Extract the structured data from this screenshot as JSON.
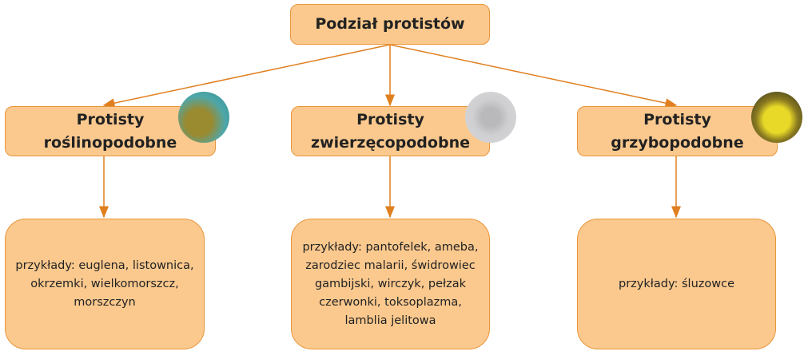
{
  "root": {
    "label": "Podział protistów"
  },
  "groups": [
    {
      "title": "Protisty roślinopodobne",
      "examples": "przykłady: euglena, listownica, okrzemki, wielkomorszcz, morszczyn"
    },
    {
      "title": "Protisty zwierzęcopodobne",
      "examples": "przykłady: pantofelek, ameba, zarodziec malarii, świdrowiec gambijski, wirczyk, pełzak czerwonki, toksoplazma, lamblia jelitowa"
    },
    {
      "title": "Protisty grzybopodobne",
      "examples": "przykłady: śluzowce"
    }
  ],
  "colors": {
    "fill": "#fbc98e",
    "border": "#e8953a",
    "arrow": "#e07f1f"
  }
}
